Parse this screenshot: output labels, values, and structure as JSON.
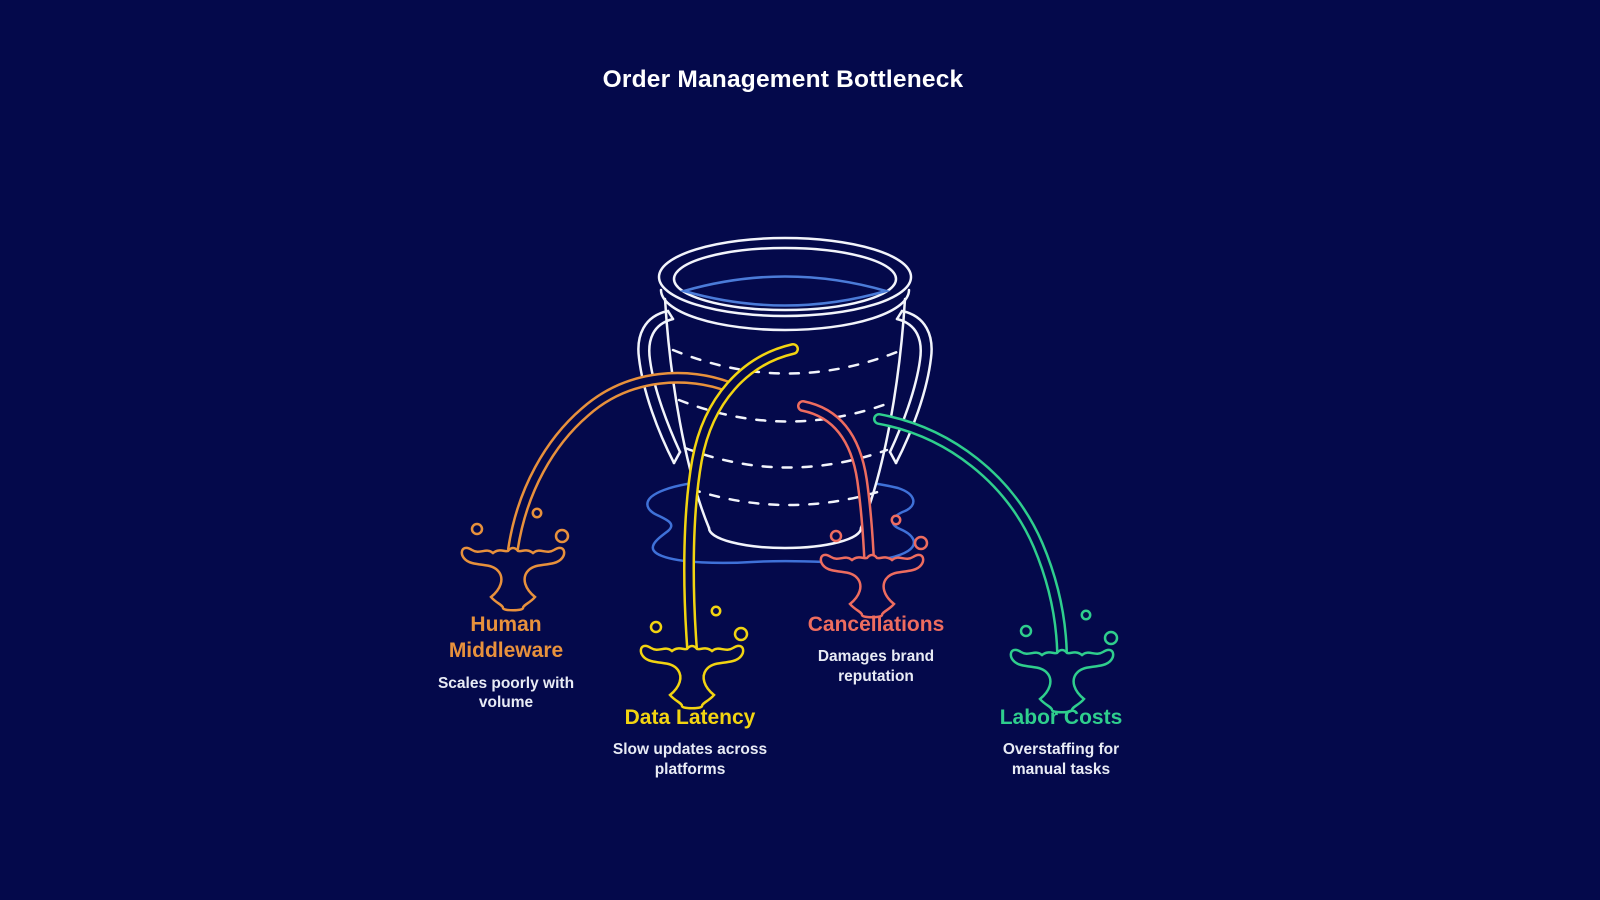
{
  "title": "Order Management Bottleneck",
  "colors": {
    "background": "#04094B",
    "outline": "#F2F4FB",
    "water": "#4B7BD8",
    "puddle": "#3F71D8",
    "text": "#E8EBF5"
  },
  "leaks": [
    {
      "label": "Human Middleware",
      "description": "Scales poorly with volume",
      "color": "#E8913C"
    },
    {
      "label": "Data Latency",
      "description": "Slow updates across platforms",
      "color": "#F2D411"
    },
    {
      "label": "Cancellations",
      "description": "Damages brand reputation",
      "color": "#EE6C5F"
    },
    {
      "label": "Labor Costs",
      "description": "Overstaffing for manual tasks",
      "color": "#2FCE8D"
    }
  ]
}
